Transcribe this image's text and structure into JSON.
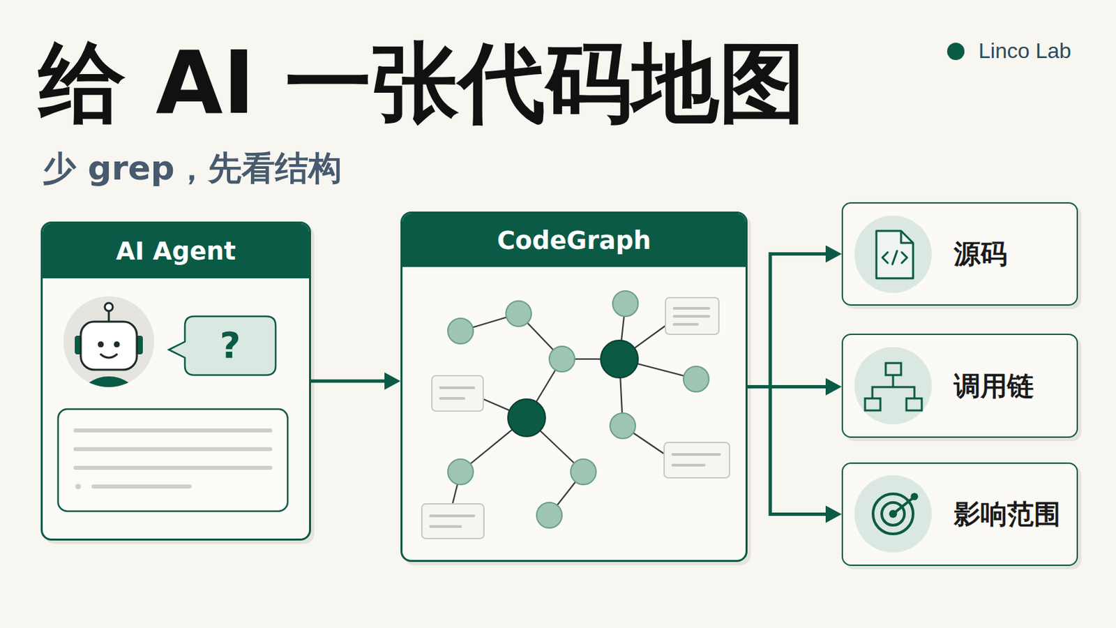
{
  "diagram": {
    "title": "给 AI 一张代码地图",
    "nodes": [
      {
        "text": [
          "AI Agent"
        ]
      },
      {
        "text": [
          "CodeGraph"
        ]
      },
      {
        "text": [
          "源码"
        ]
      },
      {
        "text": [
          "调用链"
        ]
      },
      {
        "text": [
          "影响范围"
        ]
      }
    ],
    "edges": [
      {
        "from": 0,
        "to": 1,
        "arrow": "to"
      },
      {
        "from": 1,
        "to": 2,
        "arrow": "to"
      },
      {
        "from": 1,
        "to": 3,
        "arrow": "to"
      },
      {
        "from": 1,
        "to": 4,
        "arrow": "to"
      }
    ],
    "labels": [
      "少 grep，先看结构",
      "Linco Lab",
      "?"
    ]
  }
}
